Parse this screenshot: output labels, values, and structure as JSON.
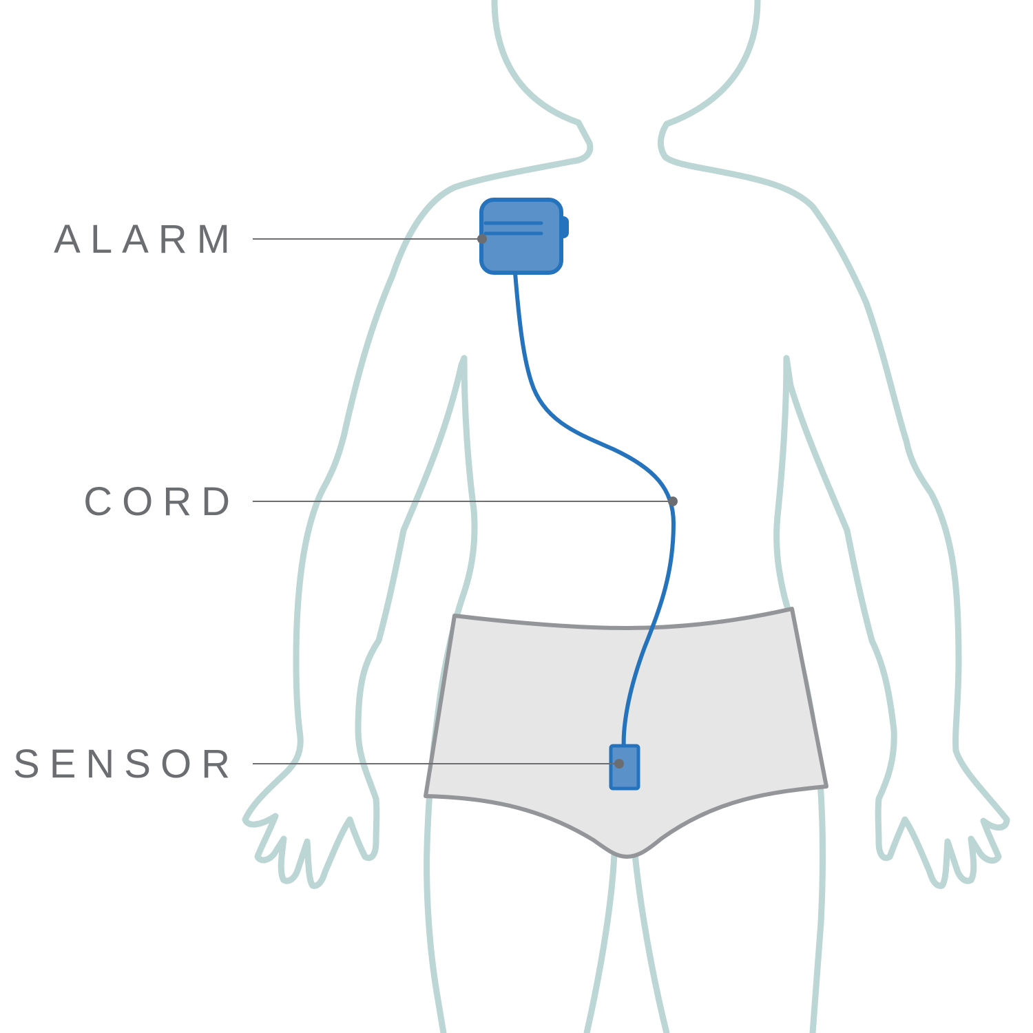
{
  "labels": {
    "alarm": "ALARM",
    "cord": "CORD",
    "sensor": "SENSOR"
  },
  "colors": {
    "body_outline": "#bcd5d5",
    "underwear_fill": "#e6e6e6",
    "underwear_stroke": "#949598",
    "device_fill": "#5a91c9",
    "device_stroke": "#2572bd",
    "label_text": "#6b6d70",
    "background": "#ffffff"
  },
  "icons": {
    "alarm": "alarm-device-icon",
    "sensor": "sensor-device-icon"
  }
}
